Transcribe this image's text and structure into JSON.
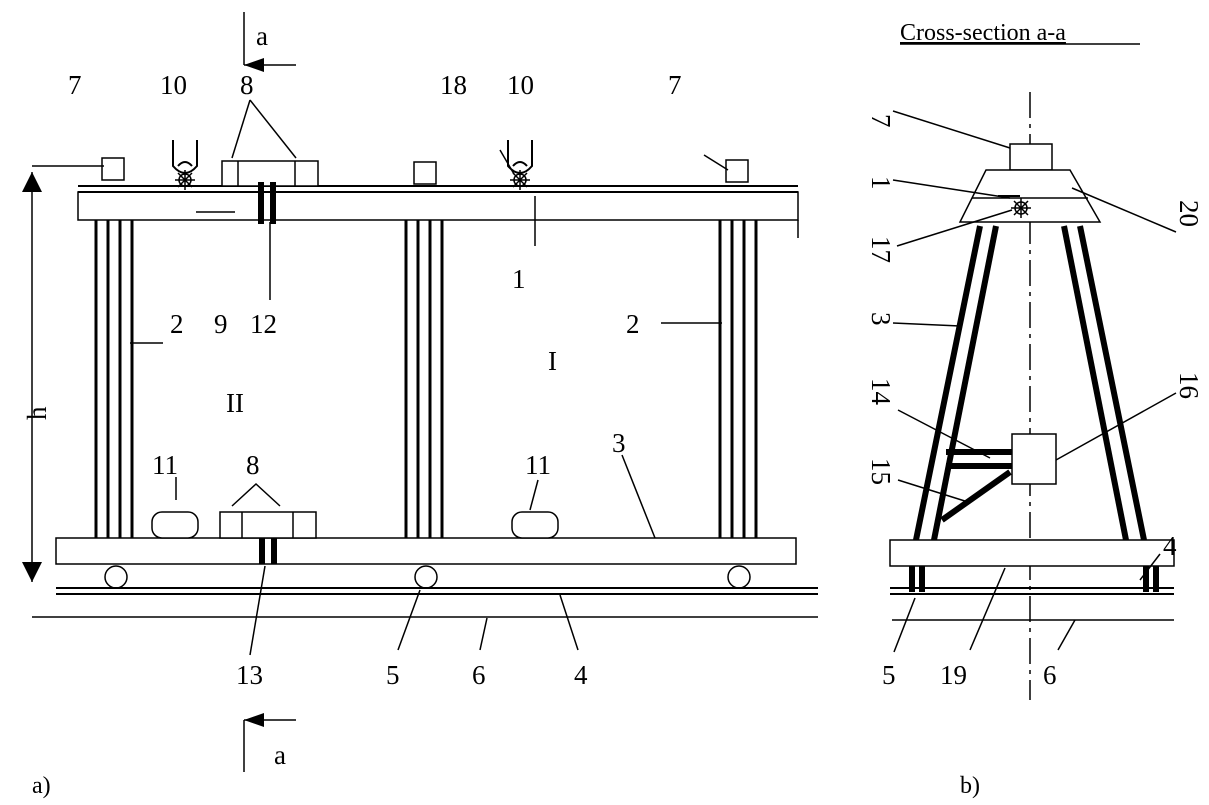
{
  "figure_a": {
    "panel_label": "a)",
    "section_letter_top": "a",
    "section_letter_bottom": "a",
    "dimension_label": "h",
    "callouts": {
      "n7_left": "7",
      "n10_left": "10",
      "n8_top": "8",
      "n18": "18",
      "n10_right": "10",
      "n7_right": "7",
      "n1": "1",
      "n2_left": "2",
      "n9": "9",
      "n12": "12",
      "n2_right": "2",
      "n11_left": "11",
      "n8_bottom": "8",
      "n11_right": "11",
      "n3": "3",
      "n13": "13",
      "n5": "5",
      "n6": "6",
      "n4": "4"
    },
    "zones": {
      "zone_I": "I",
      "zone_II": "II"
    }
  },
  "figure_b": {
    "title": "Cross-section a-a",
    "panel_label": "b)",
    "callouts": {
      "n7": "7",
      "n1": "1",
      "n20": "20",
      "n17": "17",
      "n3": "3",
      "n14": "14",
      "n16": "16",
      "n15": "15",
      "n4": "4",
      "n5": "5",
      "n19": "19",
      "n6": "6"
    }
  }
}
